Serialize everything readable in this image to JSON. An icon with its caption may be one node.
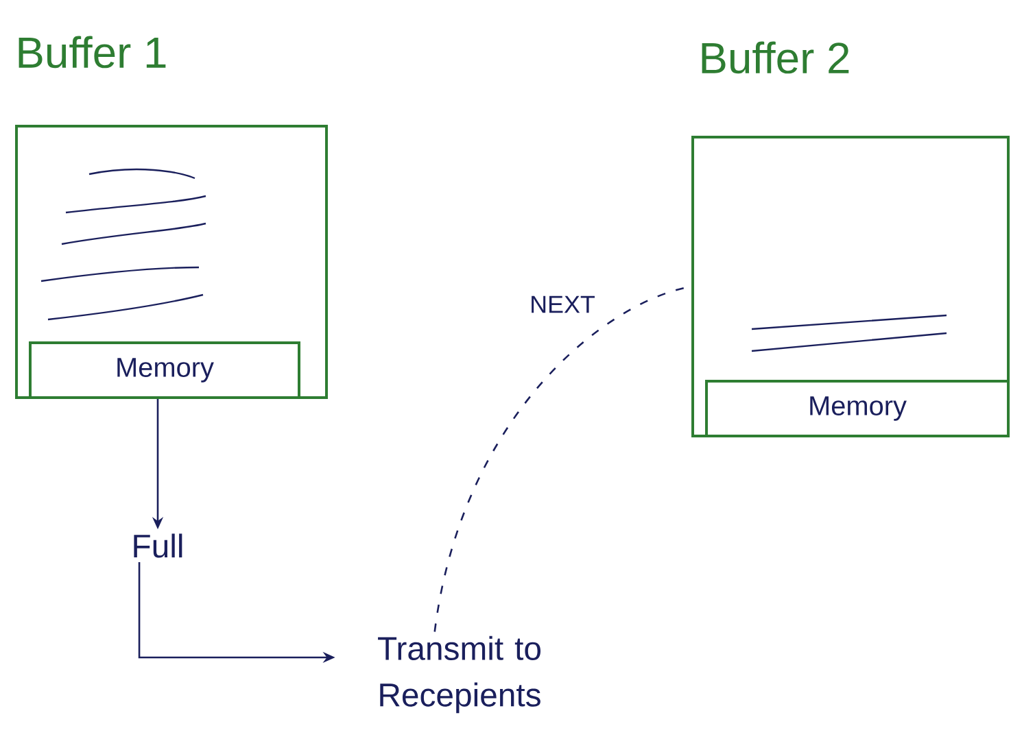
{
  "diagram": {
    "nodes": [
      {
        "text": [
          "Buffer 1"
        ]
      },
      {
        "text": [
          "Memory"
        ],
        "in": 0
      },
      {
        "text": [
          "Buffer 2"
        ]
      },
      {
        "text": [
          "Memory"
        ],
        "in": 2
      },
      {
        "text": [
          "Full"
        ]
      },
      {
        "text": [
          "Transmit to Recepients"
        ]
      }
    ],
    "edges": [
      {
        "from": 1,
        "to": 4,
        "arrow": "to"
      },
      {
        "from": 4,
        "to": 5,
        "arrow": "to"
      },
      {
        "from": 5,
        "to": 2,
        "arrow": "none",
        "style": "dashed",
        "label": "NEXT"
      }
    ]
  }
}
